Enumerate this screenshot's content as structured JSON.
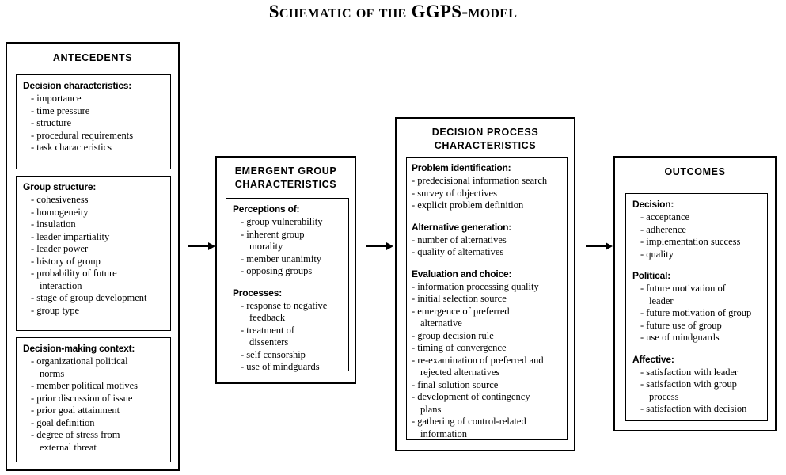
{
  "title": {
    "part1": "Schematic of the ",
    "part2": "GGPS",
    "part3": "-model",
    "full": "Schematic of the GGPS-model"
  },
  "stages": {
    "antecedents": {
      "heading": "ANTECEDENTS",
      "groups": [
        {
          "head": "Decision characteristics:",
          "items": [
            "importance",
            "time pressure",
            "structure",
            "procedural requirements",
            "task characteristics"
          ]
        },
        {
          "head": "Group structure:",
          "items": [
            "cohesiveness",
            "homogeneity",
            "insulation",
            "leader impartiality",
            "leader power",
            "history of group",
            "probability of future\n   interaction",
            "stage of group development",
            "group type"
          ]
        },
        {
          "head": "Decision-making context:",
          "items": [
            "organizational political\n   norms",
            "member political motives",
            "prior discussion of issue",
            "prior goal attainment",
            "goal definition",
            "degree of stress from\n   external threat"
          ]
        }
      ]
    },
    "emergent": {
      "heading_line1": "EMERGENT GROUP",
      "heading_line2": "CHARACTERISTICS",
      "groups": [
        {
          "head": "Perceptions of:",
          "items": [
            "group vulnerability",
            "inherent group\n   morality",
            "member unanimity",
            "opposing groups"
          ]
        },
        {
          "head": "Processes:",
          "items": [
            "response to negative\n   feedback",
            "treatment of\n   dissenters",
            "self censorship",
            "use of mindguards"
          ]
        }
      ]
    },
    "process": {
      "heading_line1": "DECISION PROCESS",
      "heading_line2": "CHARACTERISTICS",
      "groups": [
        {
          "head": "Problem identification:",
          "items": [
            "predecisional information search",
            "survey of objectives",
            "explicit problem definition"
          ]
        },
        {
          "head": "Alternative generation:",
          "items": [
            "number of alternatives",
            "quality of alternatives"
          ]
        },
        {
          "head": "Evaluation and choice:",
          "items": [
            "information processing quality",
            "initial selection source",
            "emergence of preferred\n   alternative",
            "group decision rule",
            "timing of convergence",
            "re-examination of preferred and\n   rejected alternatives",
            "final solution source",
            "development of contingency\n   plans",
            "gathering of control-related\n  information"
          ]
        }
      ]
    },
    "outcomes": {
      "heading": "OUTCOMES",
      "groups": [
        {
          "head": "Decision:",
          "items": [
            "acceptance",
            "adherence",
            "implementation success",
            "quality"
          ]
        },
        {
          "head": "Political:",
          "items": [
            "future motivation of\n   leader",
            "future motivation of group",
            "future use of group",
            "use of mindguards"
          ]
        },
        {
          "head": "Affective:",
          "items": [
            "satisfaction with leader",
            "satisfaction with group\n   process",
            "satisfaction with decision"
          ]
        }
      ]
    }
  },
  "arrows": [
    {
      "name": "arrow-antecedents-to-emergent"
    },
    {
      "name": "arrow-emergent-to-process"
    },
    {
      "name": "arrow-process-to-outcomes"
    }
  ],
  "colors": {
    "background": "#ffffff",
    "stroke": "#000000",
    "text": "#000000"
  }
}
